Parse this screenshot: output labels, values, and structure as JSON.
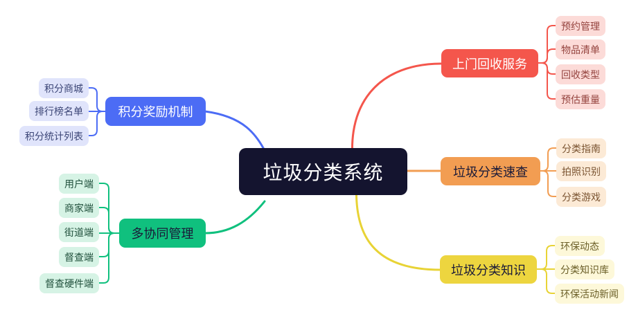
{
  "diagram": {
    "type": "mind-map",
    "background_color": "#ffffff",
    "root": {
      "label": "垃圾分类系统",
      "bg_color": "#14142f",
      "text_color": "#ffffff"
    },
    "branches": [
      {
        "label": "上门回收服务",
        "side": "right",
        "color": "#f4564c",
        "child_bg": "#fcdbd8",
        "child_text": "#95443f",
        "children": [
          "预约管理",
          "物品清单",
          "回收类型",
          "预估重量"
        ]
      },
      {
        "label": "垃圾分类速查",
        "side": "right",
        "color": "#f29d52",
        "child_bg": "#fcead6",
        "child_text": "#7a5431",
        "children": [
          "分类指南",
          "拍照识别",
          "分类游戏"
        ]
      },
      {
        "label": "垃圾分类知识",
        "side": "right",
        "color": "#edd53f",
        "child_bg": "#fdf8d9",
        "child_text": "#6b5f28",
        "children": [
          "环保动态",
          "分类知识库",
          "环保活动新闻"
        ]
      },
      {
        "label": "积分奖励机制",
        "side": "left",
        "color": "#4c6cf5",
        "child_bg": "#e0e4fb",
        "child_text": "#3b4576",
        "children": [
          "积分商城",
          "排行榜名单",
          "积分统计列表"
        ]
      },
      {
        "label": "多协同管理",
        "side": "left",
        "color": "#10c07e",
        "child_bg": "#d6f3e5",
        "child_text": "#20503c",
        "children": [
          "用户端",
          "商家端",
          "街道端",
          "督查端",
          "督查硬件端"
        ]
      }
    ]
  }
}
